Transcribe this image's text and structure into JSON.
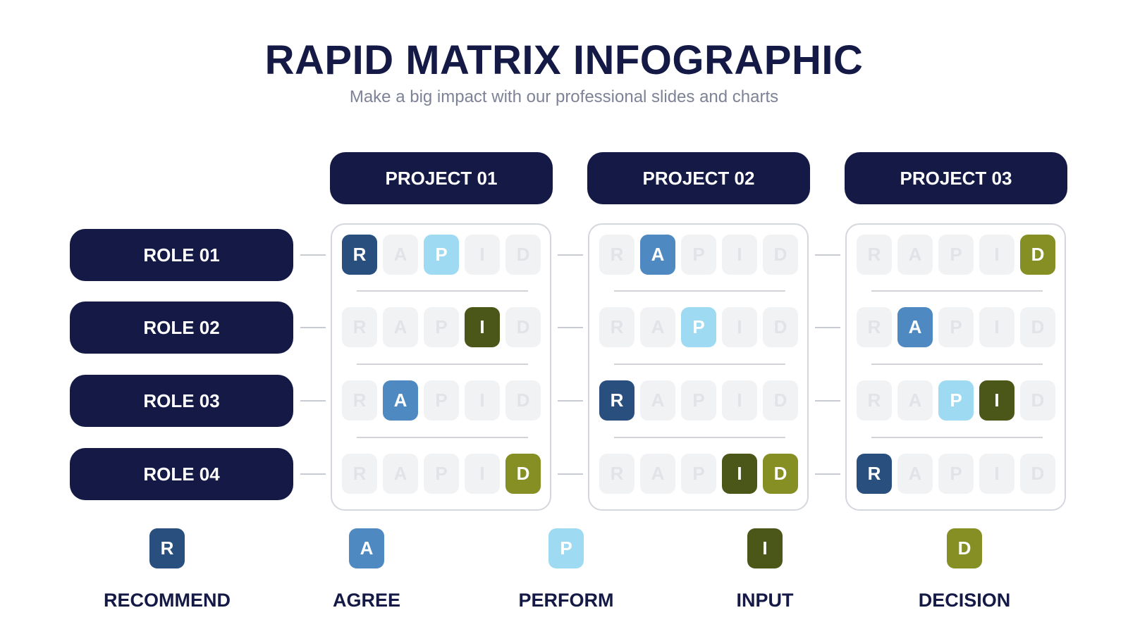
{
  "title": "RAPID MATRIX INFOGRAPHIC",
  "subtitle": "Make a big impact with our professional slides and charts",
  "colors": {
    "navy": "#141a45",
    "R": "#294f7f",
    "A": "#4f89c2",
    "P": "#9fdaf3",
    "I": "#4b5719",
    "D": "#868f23",
    "inactive_bg": "#f1f2f4",
    "inactive_text": "#e2e3e8"
  },
  "letters": [
    "R",
    "A",
    "P",
    "I",
    "D"
  ],
  "projects": [
    "PROJECT 01",
    "PROJECT 02",
    "PROJECT 03"
  ],
  "roles": [
    "ROLE 01",
    "ROLE 02",
    "ROLE 03",
    "ROLE 04"
  ],
  "matrix": [
    [
      [
        "R",
        "P"
      ],
      [
        "I"
      ],
      [
        "A"
      ],
      [
        "D"
      ]
    ],
    [
      [
        "A"
      ],
      [
        "P"
      ],
      [
        "R"
      ],
      [
        "I",
        "D"
      ]
    ],
    [
      [
        "D"
      ],
      [
        "A"
      ],
      [
        "P",
        "I"
      ],
      [
        "R"
      ]
    ]
  ],
  "legend": [
    {
      "letter": "R",
      "label": "RECOMMEND"
    },
    {
      "letter": "A",
      "label": "AGREE"
    },
    {
      "letter": "P",
      "label": "PERFORM"
    },
    {
      "letter": "I",
      "label": "INPUT"
    },
    {
      "letter": "D",
      "label": "DECISION"
    }
  ]
}
